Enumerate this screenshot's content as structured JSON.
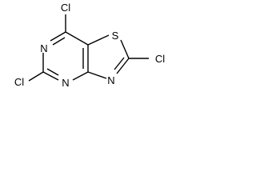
{
  "molecule": {
    "atoms": {
      "cl_top": "Cl",
      "cl_left": "Cl",
      "cl_right": "Cl",
      "n_ring_left": "N",
      "n_ring_bottom": "N",
      "n_thiazole": "N",
      "s_thiazole": "S"
    }
  }
}
